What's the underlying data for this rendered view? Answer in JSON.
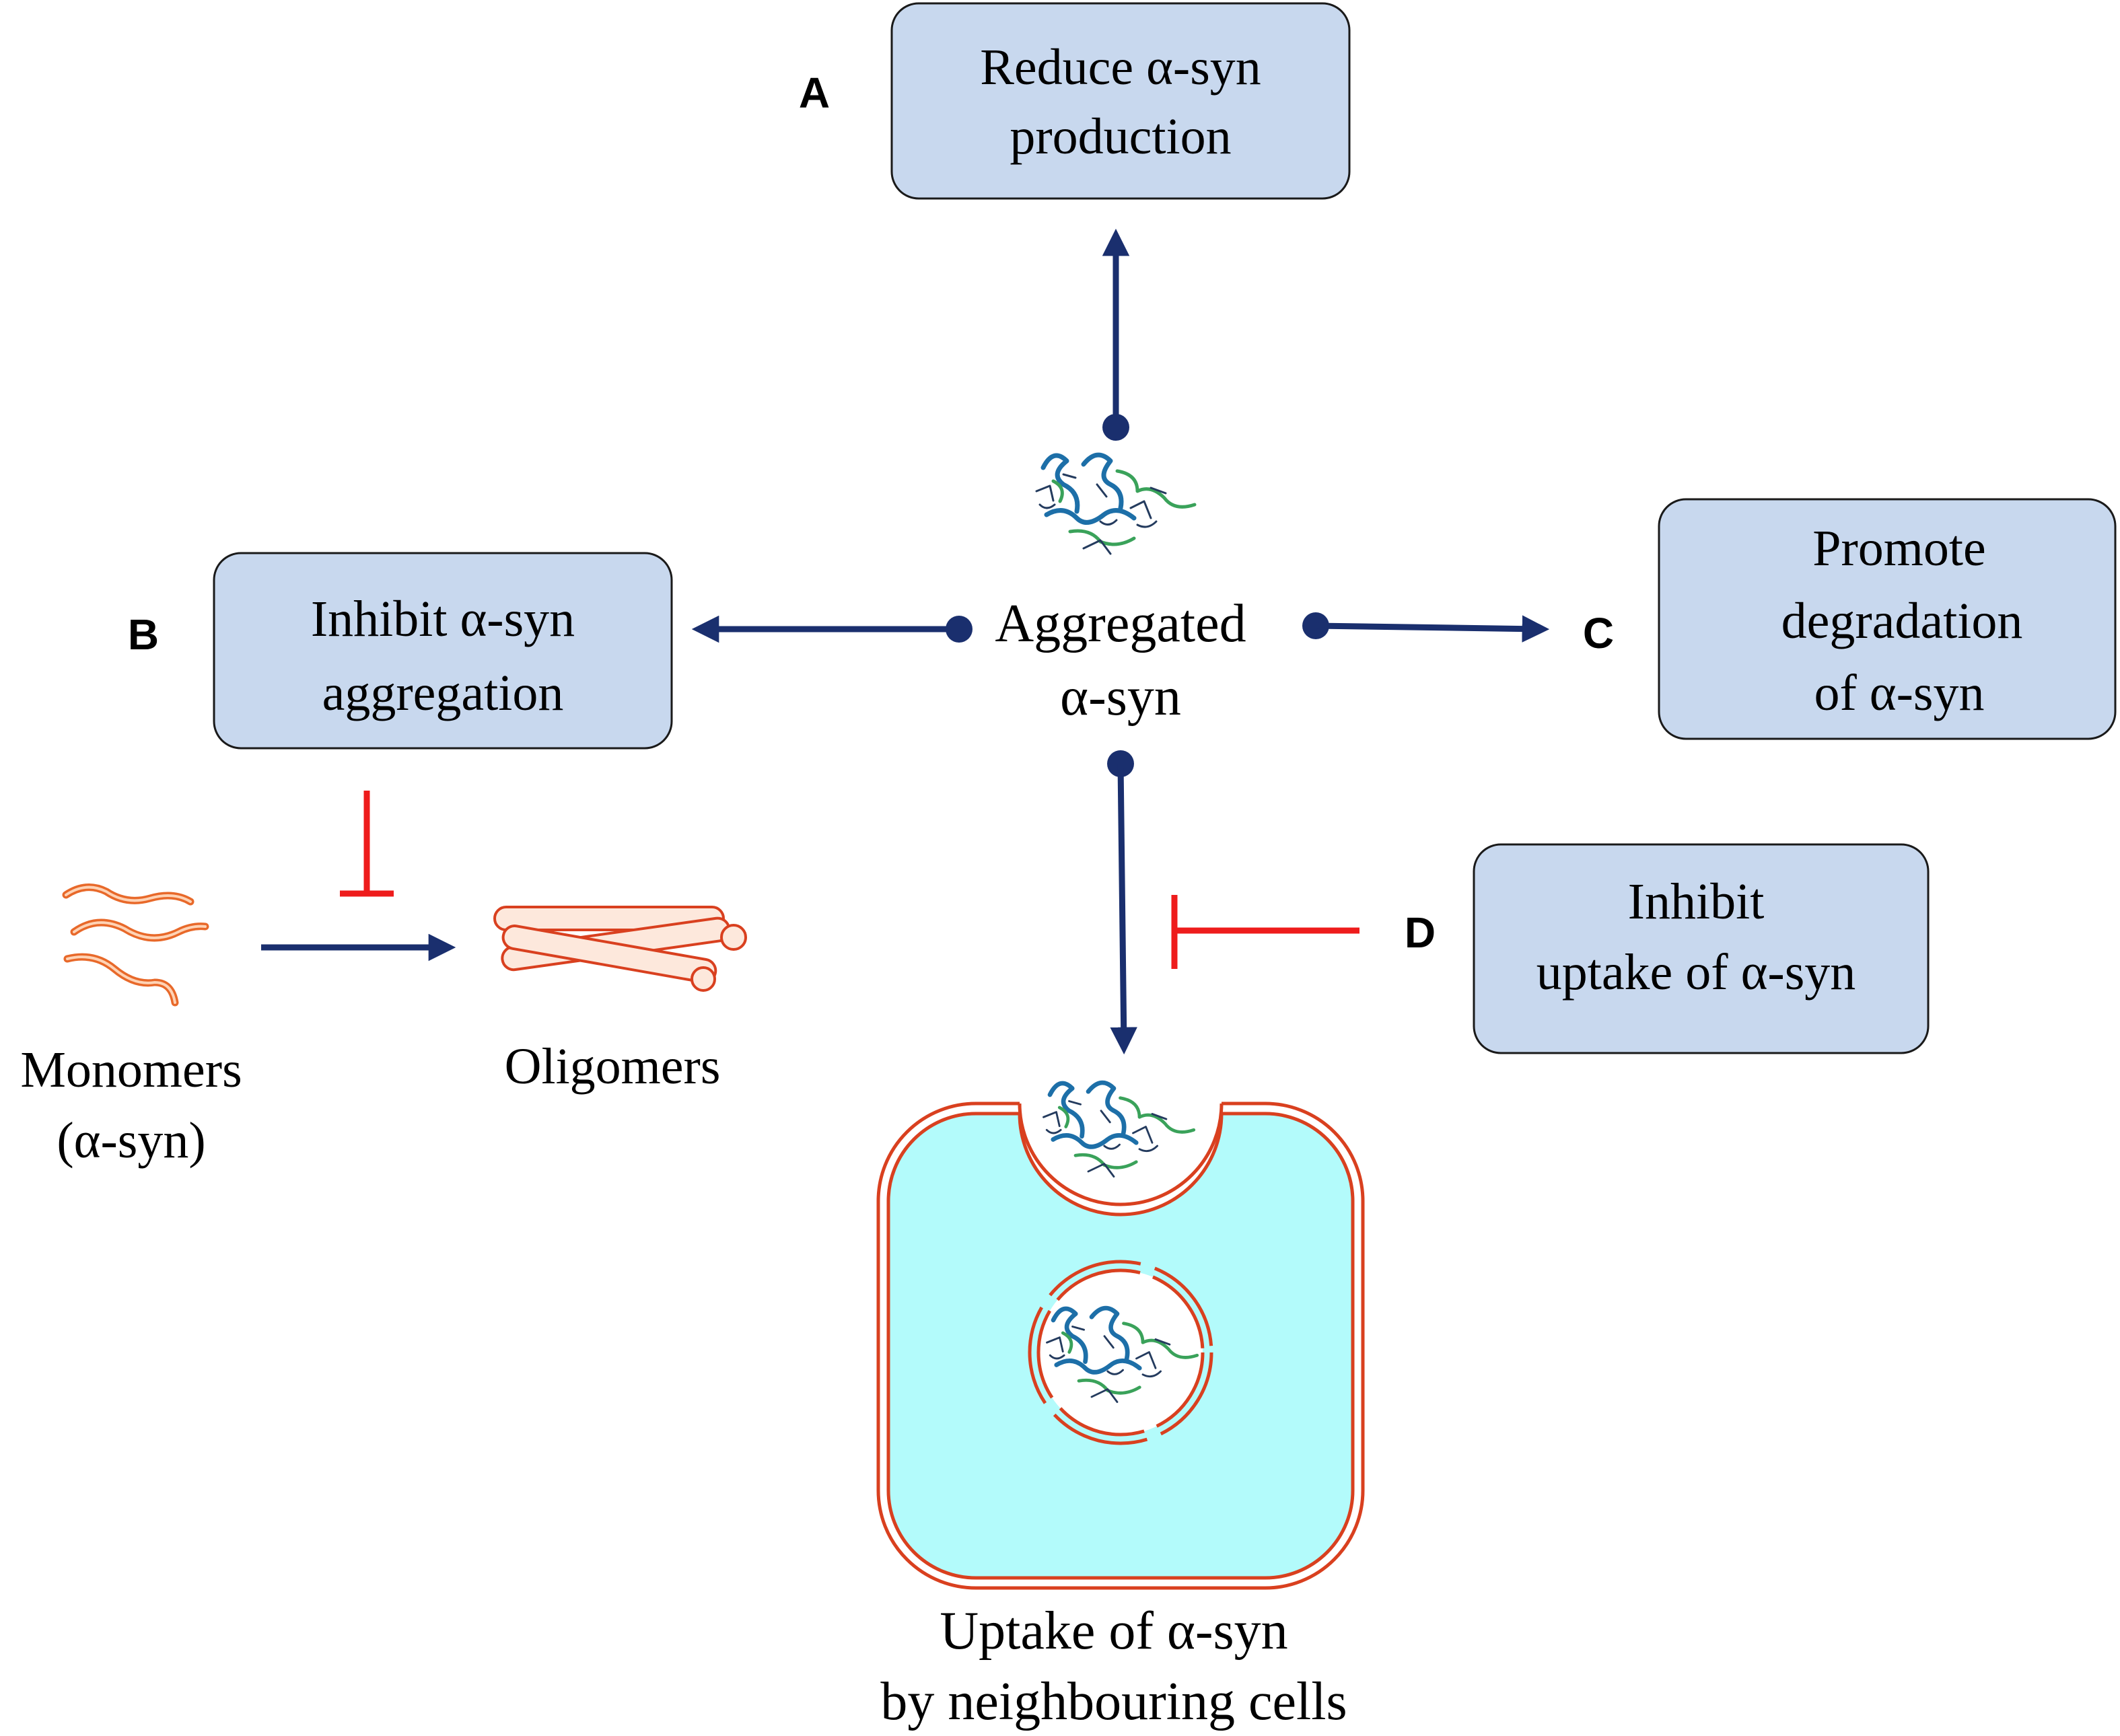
{
  "labels": {
    "A": "A",
    "B": "B",
    "C": "C",
    "D": "D"
  },
  "boxes": {
    "a_line1": "Reduce α-syn",
    "a_line2": "production",
    "b_line1": "Inhibit α-syn",
    "b_line2": "aggregation",
    "c_line1": "Promote",
    "c_line2": "degradation",
    "c_line3": "of α-syn",
    "d_line1": "Inhibit",
    "d_line2": "uptake of α-syn"
  },
  "center": {
    "line1": "Aggregated",
    "line2": "α-syn"
  },
  "monomers": {
    "line1": "Monomers",
    "line2": "(α-syn)"
  },
  "oligomers": {
    "label": "Oligomers"
  },
  "uptake": {
    "line1": "Uptake of α-syn",
    "line2": "by neighbouring cells"
  },
  "colors": {
    "box_fill": "#c8d8ee",
    "arrow": "#1a2f6e",
    "inhibition": "#ee1c1c",
    "cell_fill": "#b3fbfb",
    "membrane": "#d9401f",
    "monomer": "#e8692a"
  }
}
